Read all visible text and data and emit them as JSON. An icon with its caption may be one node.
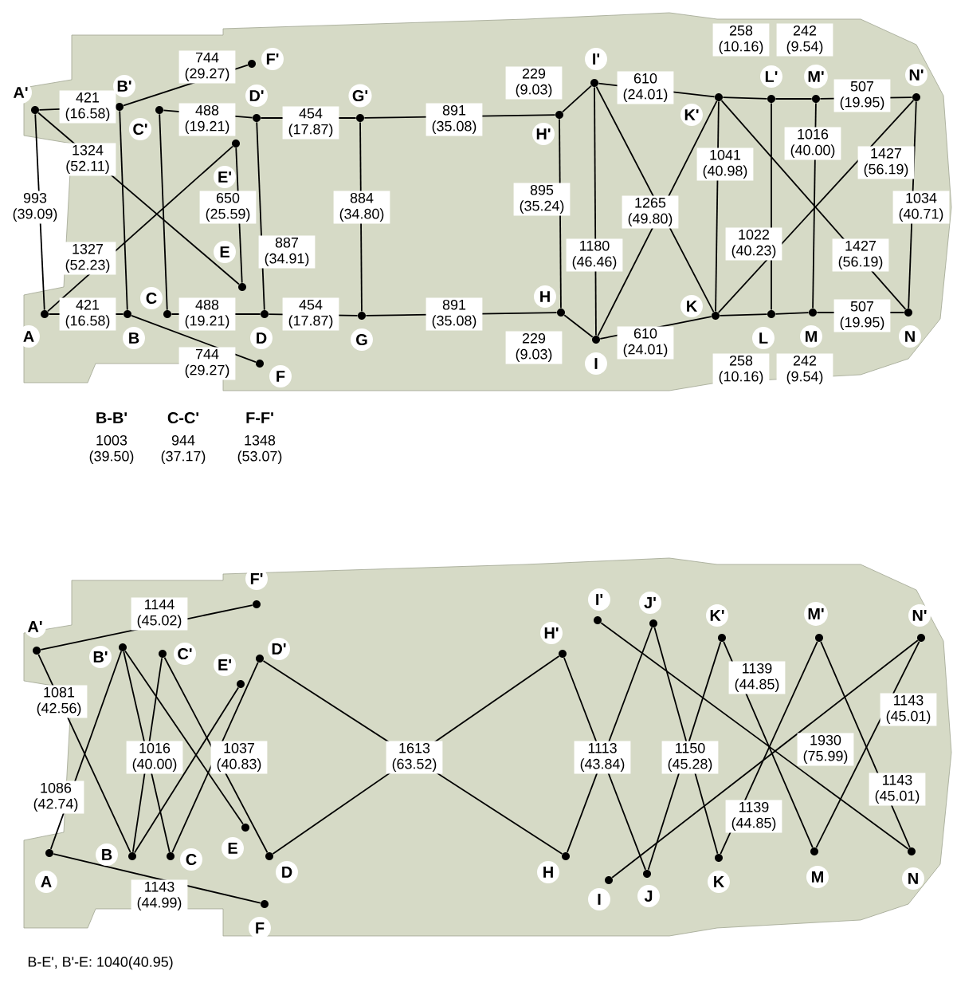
{
  "diagram": {
    "nodes": [
      {
        "text": [],
        "shape": "circle",
        "beside": [
          "A'"
        ]
      },
      {
        "text": [],
        "shape": "circle",
        "beside": [
          "A"
        ]
      },
      {
        "text": [],
        "shape": "circle",
        "beside": [
          "B'"
        ]
      },
      {
        "text": [],
        "shape": "circle",
        "beside": [
          "B"
        ]
      },
      {
        "text": [],
        "shape": "circle",
        "beside": [
          "C'"
        ]
      },
      {
        "text": [],
        "shape": "circle",
        "beside": [
          "C"
        ]
      },
      {
        "text": [],
        "shape": "circle",
        "beside": [
          "D'"
        ]
      },
      {
        "text": [],
        "shape": "circle",
        "beside": [
          "D"
        ]
      },
      {
        "text": [],
        "shape": "circle",
        "beside": [
          "E'"
        ]
      },
      {
        "text": [],
        "shape": "circle",
        "beside": [
          "E"
        ]
      },
      {
        "text": [],
        "shape": "circle",
        "beside": [
          "F'"
        ]
      },
      {
        "text": [],
        "shape": "circle",
        "beside": [
          "F"
        ]
      },
      {
        "text": [],
        "shape": "circle",
        "beside": [
          "G'"
        ]
      },
      {
        "text": [],
        "shape": "circle",
        "beside": [
          "G"
        ]
      },
      {
        "text": [],
        "shape": "circle",
        "beside": [
          "H'"
        ]
      },
      {
        "text": [],
        "shape": "circle",
        "beside": [
          "H"
        ]
      },
      {
        "text": [],
        "shape": "circle",
        "beside": [
          "I'"
        ]
      },
      {
        "text": [],
        "shape": "circle",
        "beside": [
          "I"
        ]
      },
      {
        "text": [],
        "shape": "circle",
        "beside": [
          "K'"
        ]
      },
      {
        "text": [],
        "shape": "circle",
        "beside": [
          "K"
        ]
      },
      {
        "text": [],
        "shape": "circle",
        "beside": [
          "L'"
        ]
      },
      {
        "text": [],
        "shape": "circle",
        "beside": [
          "L"
        ]
      },
      {
        "text": [],
        "shape": "circle",
        "beside": [
          "M'"
        ]
      },
      {
        "text": [],
        "shape": "circle",
        "beside": [
          "M"
        ]
      },
      {
        "text": [],
        "shape": "circle",
        "beside": [
          "N'"
        ]
      },
      {
        "text": [],
        "shape": "circle",
        "beside": [
          "N"
        ]
      },
      {
        "text": [],
        "shape": "circle",
        "beside": [
          "A'"
        ]
      },
      {
        "text": [],
        "shape": "circle",
        "beside": [
          "A"
        ]
      },
      {
        "text": [],
        "shape": "circle",
        "beside": [
          "B'"
        ]
      },
      {
        "text": [],
        "shape": "circle",
        "beside": [
          "B"
        ]
      },
      {
        "text": [],
        "shape": "circle",
        "beside": [
          "C'"
        ]
      },
      {
        "text": [],
        "shape": "circle",
        "beside": [
          "C"
        ]
      },
      {
        "text": [],
        "shape": "circle",
        "beside": [
          "D'"
        ]
      },
      {
        "text": [],
        "shape": "circle",
        "beside": [
          "D"
        ]
      },
      {
        "text": [],
        "shape": "circle",
        "beside": [
          "E'"
        ]
      },
      {
        "text": [],
        "shape": "circle",
        "beside": [
          "E"
        ]
      },
      {
        "text": [],
        "shape": "circle",
        "beside": [
          "F'"
        ]
      },
      {
        "text": [],
        "shape": "circle",
        "beside": [
          "F"
        ]
      },
      {
        "text": [],
        "shape": "circle",
        "beside": [
          "H'"
        ]
      },
      {
        "text": [],
        "shape": "circle",
        "beside": [
          "H"
        ]
      },
      {
        "text": [],
        "shape": "circle",
        "beside": [
          "I'"
        ]
      },
      {
        "text": [],
        "shape": "circle",
        "beside": [
          "I"
        ]
      },
      {
        "text": [],
        "shape": "circle",
        "beside": [
          "J'"
        ]
      },
      {
        "text": [],
        "shape": "circle",
        "beside": [
          "J"
        ]
      },
      {
        "text": [],
        "shape": "circle",
        "beside": [
          "K'"
        ]
      },
      {
        "text": [],
        "shape": "circle",
        "beside": [
          "K"
        ]
      },
      {
        "text": [],
        "shape": "circle",
        "beside": [
          "M'"
        ]
      },
      {
        "text": [],
        "shape": "circle",
        "beside": [
          "M"
        ]
      },
      {
        "text": [],
        "shape": "circle",
        "beside": [
          "N'"
        ]
      },
      {
        "text": [],
        "shape": "circle",
        "beside": [
          "N"
        ]
      }
    ],
    "edges": [
      {
        "from": 0,
        "to": 1,
        "arrow": "none",
        "label": "993 (39.09)"
      },
      {
        "from": 0,
        "to": 2,
        "arrow": "none",
        "label": "421 (16.58)"
      },
      {
        "from": 1,
        "to": 3,
        "arrow": "none",
        "label": "421 (16.58)"
      },
      {
        "from": 0,
        "to": 9,
        "arrow": "none",
        "label": "1324 (52.11)"
      },
      {
        "from": 1,
        "to": 8,
        "arrow": "none",
        "label": "1327 (52.23)"
      },
      {
        "from": 2,
        "to": 3,
        "arrow": "none"
      },
      {
        "from": 4,
        "to": 5,
        "arrow": "none"
      },
      {
        "from": 2,
        "to": 10,
        "arrow": "none",
        "label": "744 (29.27)"
      },
      {
        "from": 3,
        "to": 11,
        "arrow": "none",
        "label": "744 (29.27)"
      },
      {
        "from": 4,
        "to": 6,
        "arrow": "none",
        "label": "488 (19.21)"
      },
      {
        "from": 5,
        "to": 7,
        "arrow": "none",
        "label": "488 (19.21)"
      },
      {
        "from": 8,
        "to": 9,
        "arrow": "none",
        "label": "650 (25.59)"
      },
      {
        "from": 6,
        "to": 7,
        "arrow": "none",
        "label": "887 (34.91)"
      },
      {
        "from": 6,
        "to": 12,
        "arrow": "none",
        "label": "454 (17.87)"
      },
      {
        "from": 7,
        "to": 13,
        "arrow": "none",
        "label": "454 (17.87)"
      },
      {
        "from": 12,
        "to": 13,
        "arrow": "none",
        "label": "884 (34.80)"
      },
      {
        "from": 12,
        "to": 14,
        "arrow": "none",
        "label": "891 (35.08)"
      },
      {
        "from": 13,
        "to": 15,
        "arrow": "none",
        "label": "891 (35.08)"
      },
      {
        "from": 14,
        "to": 15,
        "arrow": "none",
        "label": "895 (35.24)"
      },
      {
        "from": 14,
        "to": 16,
        "arrow": "none",
        "label": "229 (9.03)"
      },
      {
        "from": 15,
        "to": 17,
        "arrow": "none",
        "label": "229 (9.03)"
      },
      {
        "from": 16,
        "to": 17,
        "arrow": "none",
        "label": "1180 (46.46)"
      },
      {
        "from": 16,
        "to": 18,
        "arrow": "none",
        "label": "610 (24.01)"
      },
      {
        "from": 17,
        "to": 19,
        "arrow": "none",
        "label": "610 (24.01)"
      },
      {
        "from": 16,
        "to": 19,
        "arrow": "none",
        "label": "1265 (49.80)"
      },
      {
        "from": 17,
        "to": 18,
        "arrow": "none"
      },
      {
        "from": 18,
        "to": 19,
        "arrow": "none",
        "label": "1041 (40.98)"
      },
      {
        "from": 18,
        "to": 20,
        "arrow": "none",
        "label": "258 (10.16)"
      },
      {
        "from": 20,
        "to": 22,
        "arrow": "none",
        "label": "242 (9.54)"
      },
      {
        "from": 22,
        "to": 24,
        "arrow": "none",
        "label": "507 (19.95)"
      },
      {
        "from": 19,
        "to": 21,
        "arrow": "none",
        "label": "258 (10.16)"
      },
      {
        "from": 21,
        "to": 23,
        "arrow": "none",
        "label": "242 (9.54)"
      },
      {
        "from": 23,
        "to": 25,
        "arrow": "none",
        "label": "507 (19.95)"
      },
      {
        "from": 20,
        "to": 21,
        "arrow": "none",
        "label": "1022 (40.23)"
      },
      {
        "from": 22,
        "to": 23,
        "arrow": "none",
        "label": "1016 (40.00)"
      },
      {
        "from": 18,
        "to": 25,
        "arrow": "none",
        "label": "1427 (56.19)"
      },
      {
        "from": 19,
        "to": 24,
        "arrow": "none",
        "label": "1427 (56.19)"
      },
      {
        "from": 24,
        "to": 25,
        "arrow": "none",
        "label": "1034 (40.71)"
      },
      {
        "from": 26,
        "to": 36,
        "arrow": "none",
        "label": "1144 (45.02)"
      },
      {
        "from": 27,
        "to": 37,
        "arrow": "none",
        "label": "1143 (44.99)"
      },
      {
        "from": 26,
        "to": 29,
        "arrow": "none",
        "label": "1081 (42.56)"
      },
      {
        "from": 27,
        "to": 28,
        "arrow": "none",
        "label": "1086 (42.74)"
      },
      {
        "from": 28,
        "to": 31,
        "arrow": "none",
        "label": "1016 (40.00)"
      },
      {
        "from": 30,
        "to": 29,
        "arrow": "none"
      },
      {
        "from": 28,
        "to": 35,
        "arrow": "none"
      },
      {
        "from": 29,
        "to": 34,
        "arrow": "none"
      },
      {
        "from": 30,
        "to": 33,
        "arrow": "none",
        "label": "1037 (40.83)"
      },
      {
        "from": 32,
        "to": 31,
        "arrow": "none"
      },
      {
        "from": 32,
        "to": 39,
        "arrow": "none",
        "label": "1613 (63.52)"
      },
      {
        "from": 33,
        "to": 38,
        "arrow": "none"
      },
      {
        "from": 38,
        "to": 43,
        "arrow": "none",
        "label": "1113 (43.84)"
      },
      {
        "from": 42,
        "to": 39,
        "arrow": "none"
      },
      {
        "from": 42,
        "to": 45,
        "arrow": "none",
        "label": "1150 (45.28)"
      },
      {
        "from": 44,
        "to": 43,
        "arrow": "none"
      },
      {
        "from": 40,
        "to": 49,
        "arrow": "none",
        "label": "1930 (75.99)"
      },
      {
        "from": 41,
        "to": 48,
        "arrow": "none"
      },
      {
        "from": 44,
        "to": 47,
        "arrow": "none",
        "label": "1139 (44.85)"
      },
      {
        "from": 45,
        "to": 46,
        "arrow": "none",
        "label": "1139 (44.85)"
      },
      {
        "from": 48,
        "to": 47,
        "arrow": "none",
        "label": "1143 (45.01)"
      },
      {
        "from": 46,
        "to": 49,
        "arrow": "none",
        "label": "1143 (45.01)"
      }
    ],
    "labels": [
      "B-B'",
      "C-C'",
      "F-F'",
      "1003 (39.50)",
      "944 (37.17)",
      "1348 (53.07)",
      "B-E', B'-E: 1040(40.95)"
    ]
  }
}
